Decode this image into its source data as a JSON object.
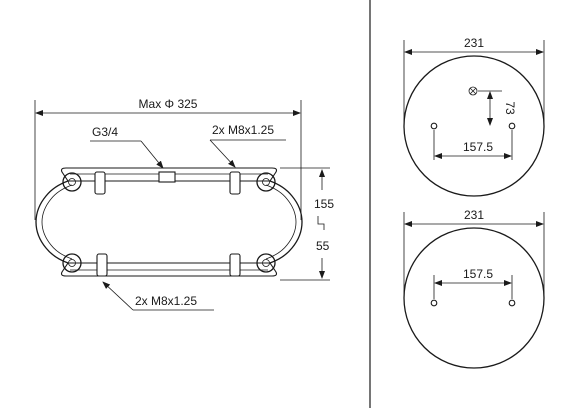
{
  "side_view": {
    "max_diameter_label": "Max Φ 325",
    "port_label": "G3/4",
    "top_bolts_label": "2x M8x1.25",
    "bottom_bolts_label": "2x M8x1.25",
    "max_height_label": "155",
    "min_height_label": "55"
  },
  "top_plate_view": {
    "diameter_label": "231",
    "bolt_spacing_label": "157.5",
    "port_offset_label": "73"
  },
  "bottom_plate_view": {
    "diameter_label": "231",
    "bolt_spacing_label": "157.5"
  },
  "colors": {
    "line": "#1a1a1a",
    "background": "#ffffff"
  }
}
